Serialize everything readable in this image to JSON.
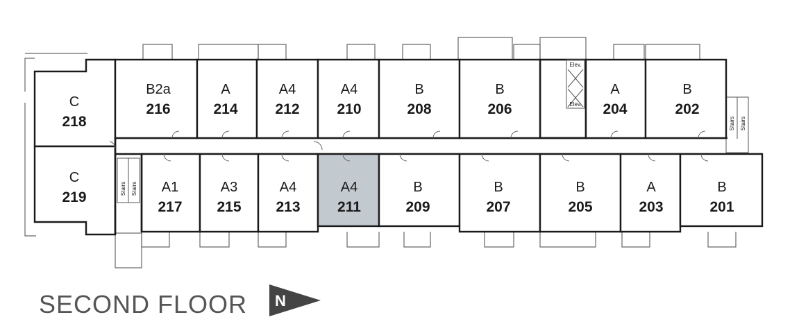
{
  "title": "SECOND FLOOR",
  "north_label": "N",
  "stairs_label": "Stairs",
  "elevator_label": "Elev.",
  "highlight_color": "#c3cacf",
  "units": [
    {
      "id": "218",
      "type": "C"
    },
    {
      "id": "216",
      "type": "B2a"
    },
    {
      "id": "214",
      "type": "A"
    },
    {
      "id": "212",
      "type": "A4"
    },
    {
      "id": "210",
      "type": "A4"
    },
    {
      "id": "208",
      "type": "B"
    },
    {
      "id": "206",
      "type": "B"
    },
    {
      "id": "204",
      "type": "A"
    },
    {
      "id": "202",
      "type": "B"
    },
    {
      "id": "219",
      "type": "C"
    },
    {
      "id": "217",
      "type": "A1"
    },
    {
      "id": "215",
      "type": "A3"
    },
    {
      "id": "213",
      "type": "A4"
    },
    {
      "id": "211",
      "type": "A4",
      "highlighted": true
    },
    {
      "id": "209",
      "type": "B"
    },
    {
      "id": "207",
      "type": "B"
    },
    {
      "id": "205",
      "type": "B"
    },
    {
      "id": "203",
      "type": "A"
    },
    {
      "id": "201",
      "type": "B"
    }
  ]
}
